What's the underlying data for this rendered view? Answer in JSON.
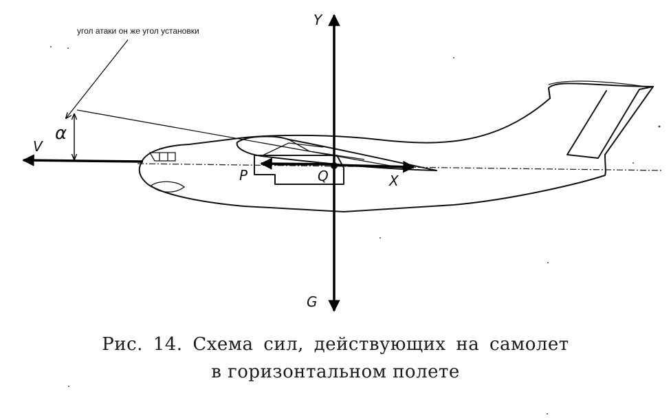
{
  "annotation": "угол атаки он же угол установки",
  "labels": {
    "y_axis": "Y",
    "g_force": "G",
    "v_velocity": "V",
    "alpha": "α",
    "p_thrust": "P",
    "q_drag": "Q",
    "x_axis": "X"
  },
  "caption": {
    "line1": "Рис. 14. Схема сил,  действующих  на самолет",
    "line2": "в горизонтальном полете"
  }
}
